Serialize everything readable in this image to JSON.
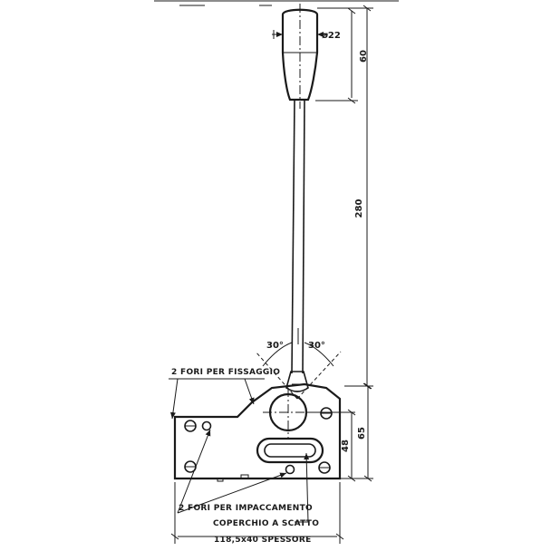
{
  "dimensions": {
    "knob_diameter": "ø22",
    "knob_length": "60",
    "lever_length": "280",
    "angle_left": "30°",
    "angle_right": "30°",
    "height_48": "48",
    "height_65": "65",
    "plate_size": "118,5x40 SPESSORE"
  },
  "labels": {
    "fixing_holes": "2 FORI PER FISSAGGIO",
    "locking_holes": "2 FORI PER IMPACCAMENTO",
    "snap_cover": "COPERCHIO A SCATTO"
  }
}
